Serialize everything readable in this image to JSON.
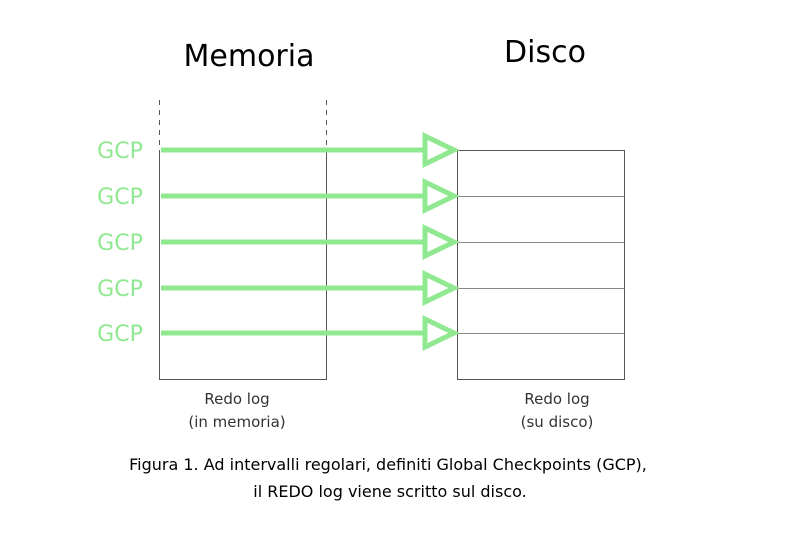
{
  "headings": {
    "memory": "Memoria",
    "disk": "Disco"
  },
  "gcp_labels": [
    "GCP",
    "GCP",
    "GCP",
    "GCP",
    "GCP"
  ],
  "memory_box": {
    "label_line1": "Redo log",
    "label_line2": "(in memoria)"
  },
  "disk_box": {
    "label_line1": "Redo log",
    "label_line2": "(su disco)"
  },
  "caption": {
    "line1": "Figura 1. Ad intervalli regolari, definiti Global Checkpoints (GCP),",
    "line2": "il REDO log viene scritto sul disco."
  },
  "colors": {
    "arrow": "#90e890",
    "gcp_text": "#90e890",
    "box_stroke": "#555555"
  }
}
